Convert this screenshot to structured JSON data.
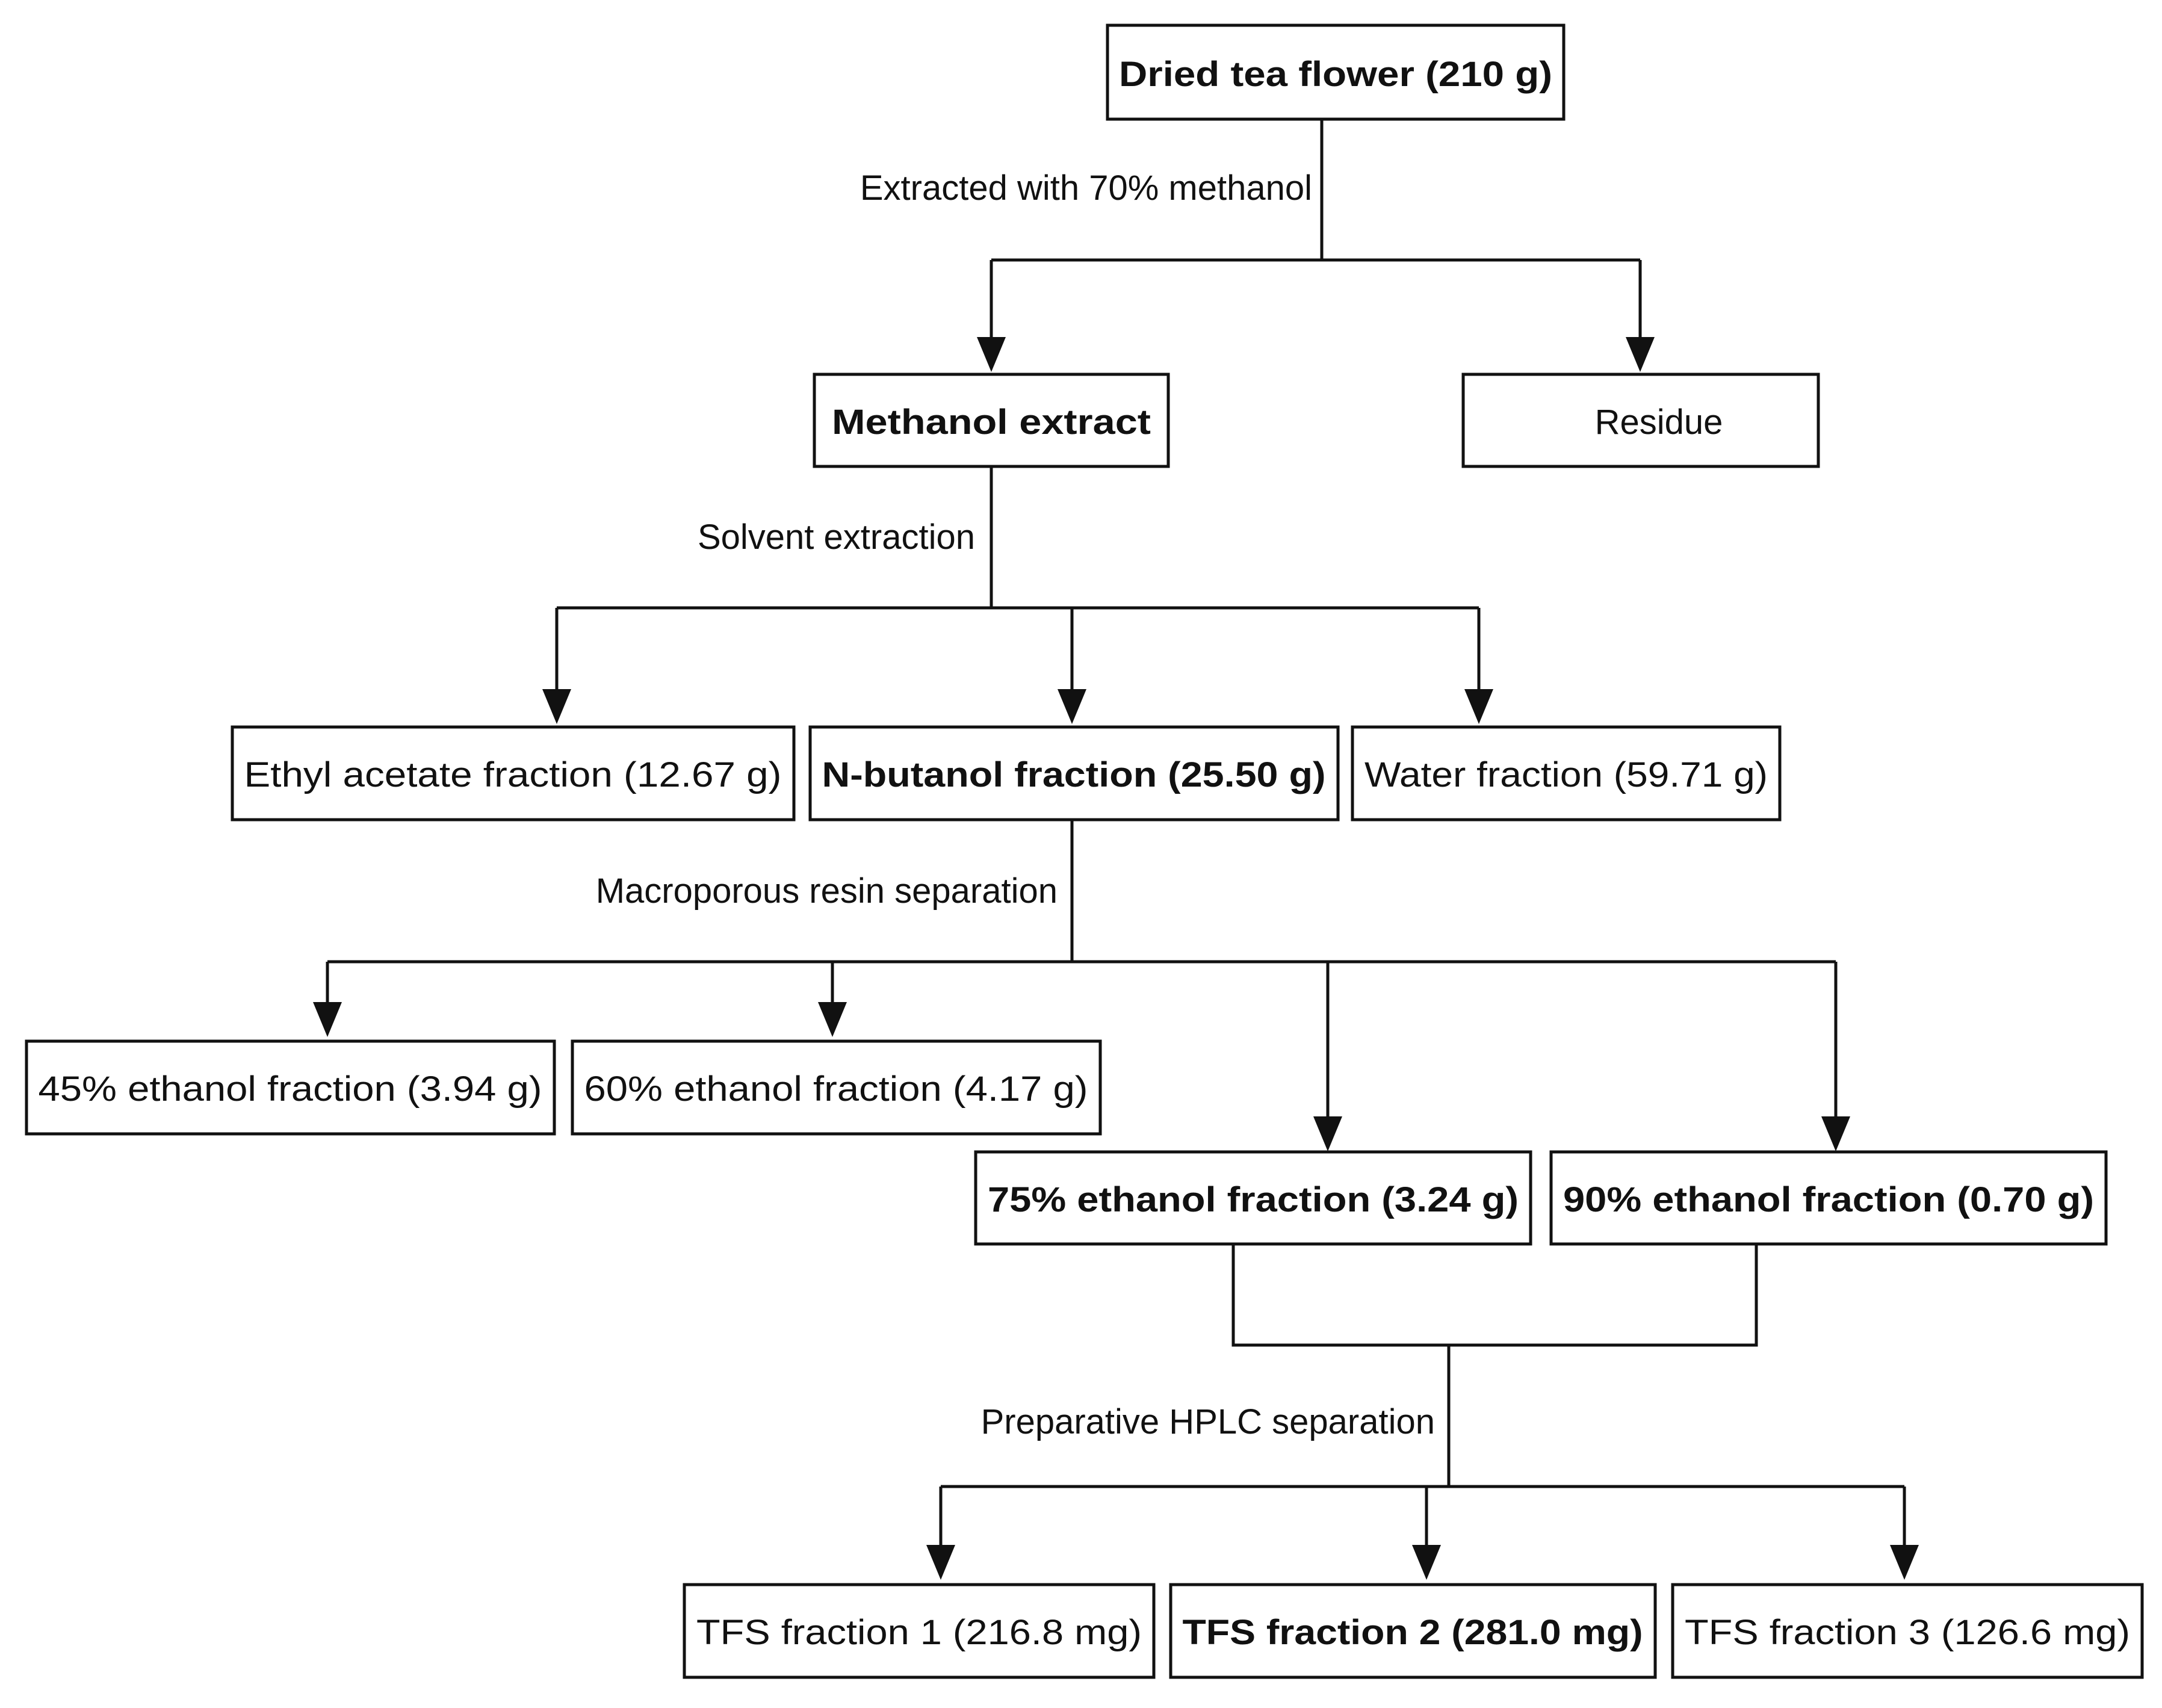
{
  "nodes": {
    "dried_tea_flower": "Dried tea flower (210 g)",
    "methanol_extract": "Methanol extract",
    "residue": "Residue",
    "ethyl_acetate": "Ethyl acetate fraction (12.67 g)",
    "n_butanol": "N-butanol fraction (25.50 g)",
    "water": "Water fraction (59.71 g)",
    "ethanol_45": "45% ethanol fraction (3.94 g)",
    "ethanol_60": "60% ethanol fraction (4.17 g)",
    "ethanol_75": "75% ethanol fraction (3.24 g)",
    "ethanol_90": "90% ethanol fraction (0.70 g)",
    "tfs_1": "TFS fraction 1 (216.8 mg)",
    "tfs_2": "TFS fraction 2 (281.0 mg)",
    "tfs_3": "TFS fraction 3 (126.6 mg)"
  },
  "steps": {
    "methanol_extraction": "Extracted with 70% methanol",
    "solvent_extraction": "Solvent extraction",
    "resin_separation": "Macroporous resin separation",
    "hplc_separation": "Preparative HPLC separation"
  },
  "colors": {
    "stroke": "#111111",
    "background": "#ffffff"
  }
}
